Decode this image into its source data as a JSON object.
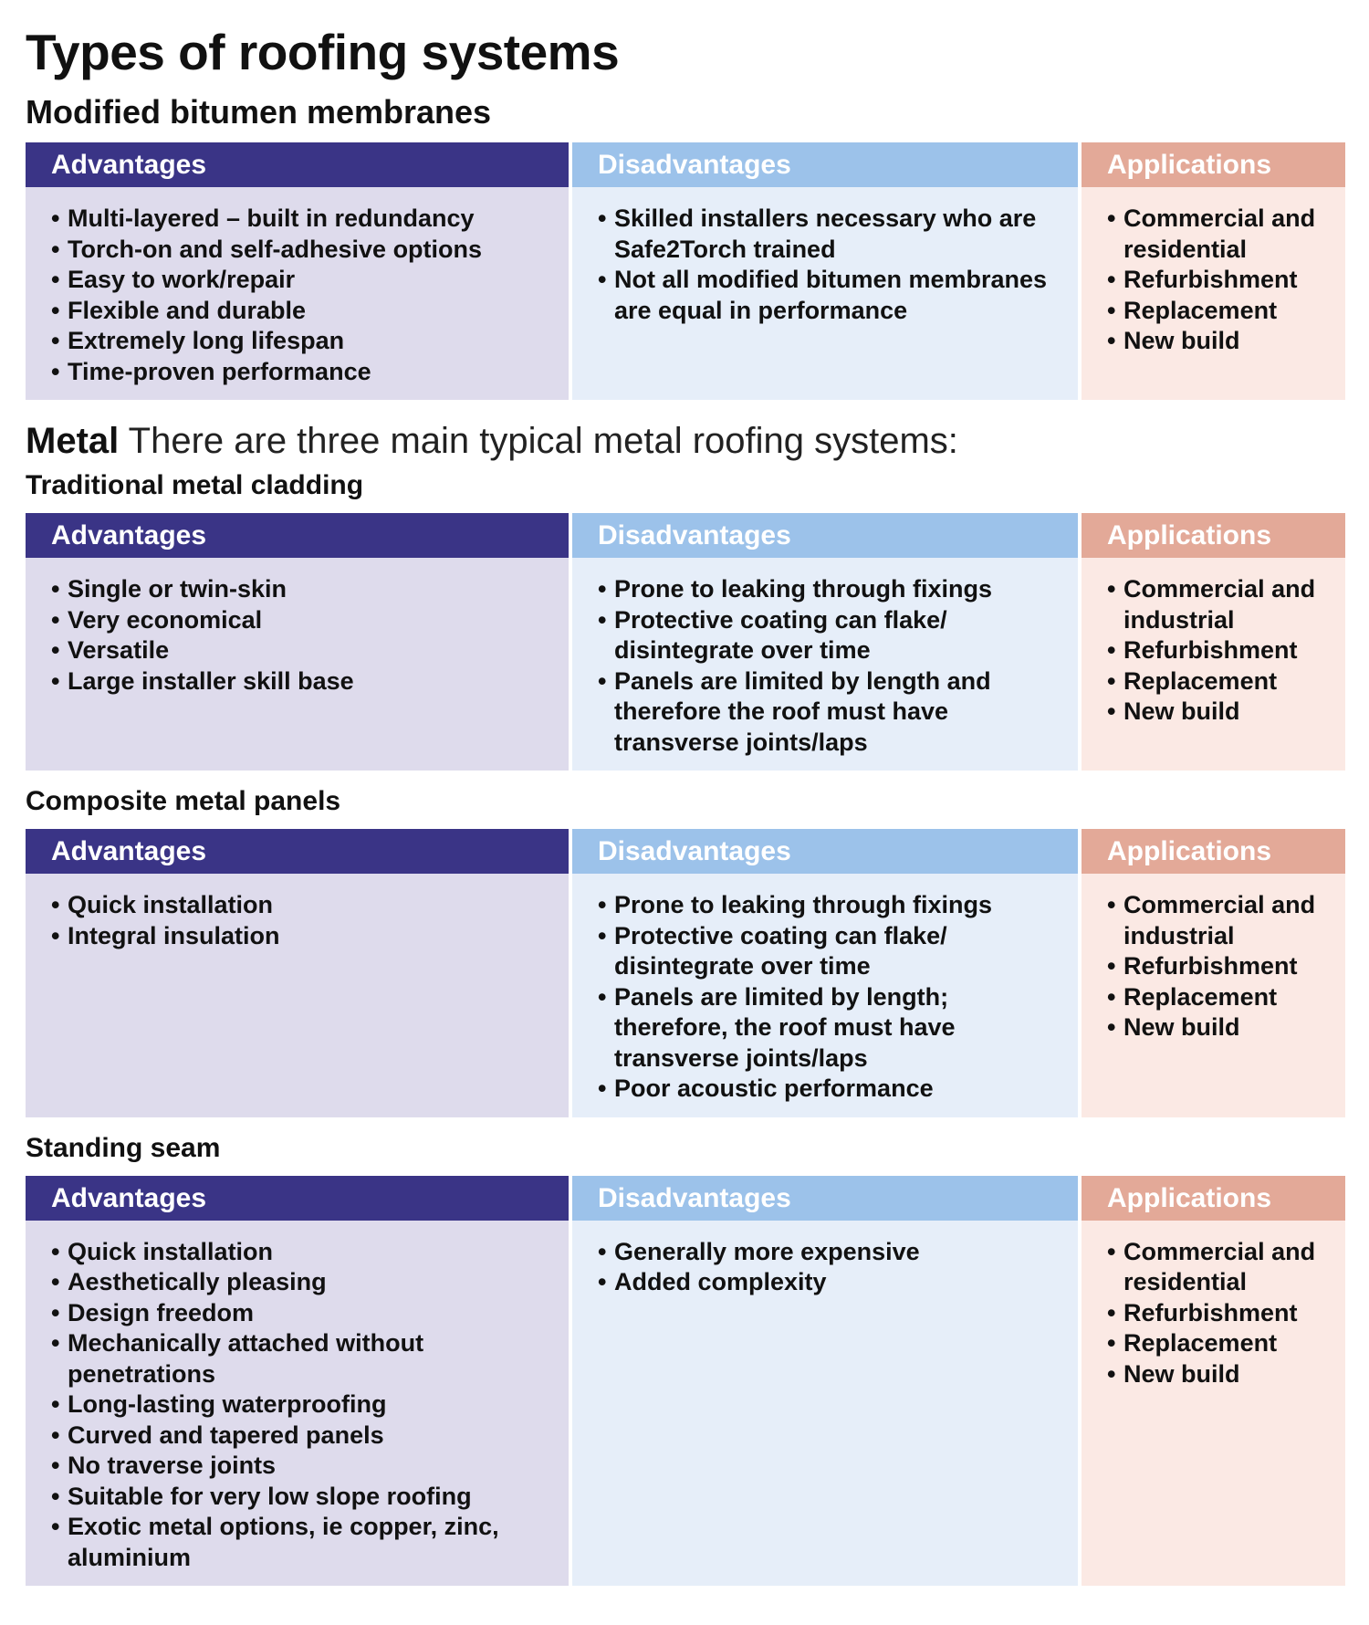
{
  "title": "Types of roofing systems",
  "headers": {
    "advantages": "Advantages",
    "disadvantages": "Disadvantages",
    "applications": "Applications"
  },
  "modified": {
    "title": "Modified bitumen membranes",
    "advantages": [
      "Multi-layered – built in redundancy",
      "Torch-on and self-adhesive options",
      "Easy to work/repair",
      "Flexible and durable",
      "Extremely long lifespan",
      "Time-proven performance"
    ],
    "disadvantages": [
      "Skilled installers necessary who are Safe2Torch trained",
      "Not all modified bitumen membranes are equal in performance"
    ],
    "applications": [
      "Commercial and residential",
      "Refurbishment",
      "Replacement",
      "New build"
    ]
  },
  "metal": {
    "label": "Metal",
    "description": "There are three main typical metal roofing systems:"
  },
  "traditional": {
    "title": "Traditional metal cladding",
    "advantages": [
      "Single or twin-skin",
      "Very economical",
      "Versatile",
      "Large installer skill base"
    ],
    "disadvantages": [
      "Prone to leaking through fixings",
      "Protective coating can flake/ disintegrate over time",
      "Panels are limited by length and therefore the roof must have transverse joints/laps"
    ],
    "applications": [
      "Commercial and industrial",
      "Refurbishment",
      "Replacement",
      "New build"
    ]
  },
  "composite": {
    "title": "Composite metal panels",
    "advantages": [
      "Quick installation",
      "Integral insulation"
    ],
    "disadvantages": [
      "Prone to leaking through fixings",
      "Protective coating can flake/ disintegrate over time",
      "Panels are limited by length; therefore, the roof must have transverse joints/laps",
      "Poor acoustic performance"
    ],
    "applications": [
      "Commercial and industrial",
      "Refurbishment",
      "Replacement",
      "New build"
    ]
  },
  "standing": {
    "title": "Standing seam",
    "advantages": [
      "Quick installation",
      "Aesthetically pleasing",
      "Design freedom",
      "Mechanically attached without penetrations",
      "Long-lasting waterproofing",
      "Curved and tapered panels",
      "No traverse joints",
      "Suitable for very low slope roofing",
      "Exotic metal options, ie copper, zinc, aluminium"
    ],
    "disadvantages": [
      "Generally more expensive",
      "Added complexity"
    ],
    "applications": [
      "Commercial and residential",
      "Refurbishment",
      "Replacement",
      "New build"
    ]
  },
  "colors": {
    "advantages_header": "#3a3486",
    "advantages_body": "#dedbec",
    "disadvantages_header": "#9cc2ea",
    "disadvantages_body": "#e6eef9",
    "applications_header": "#e3a998",
    "applications_body": "#fbe9e4"
  }
}
